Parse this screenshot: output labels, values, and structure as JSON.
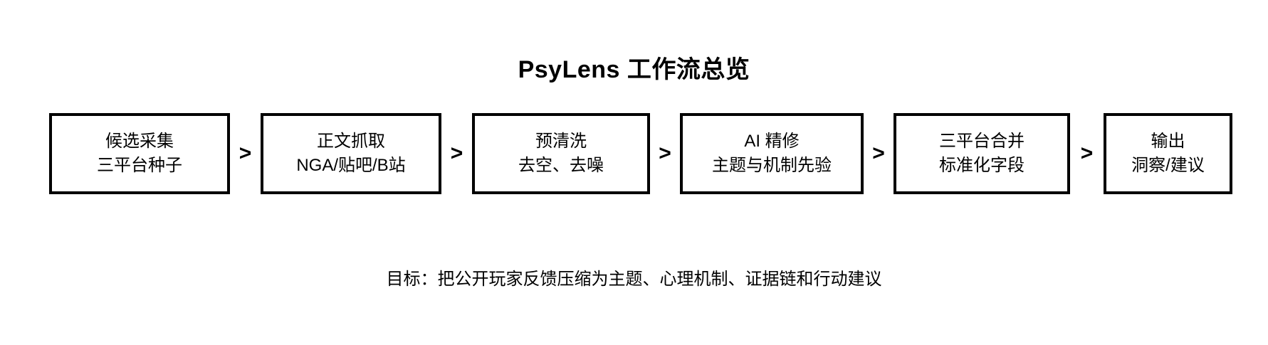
{
  "title": "PsyLens 工作流总览",
  "flow": {
    "arrow": ">",
    "steps": [
      {
        "line1": "候选采集",
        "line2": "三平台种子"
      },
      {
        "line1": "正文抓取",
        "line2": "NGA/贴吧/B站"
      },
      {
        "line1": "预清洗",
        "line2": "去空、去噪"
      },
      {
        "line1": "AI 精修",
        "line2": "主题与机制先验"
      },
      {
        "line1": "三平台合并",
        "line2": "标准化字段"
      },
      {
        "line1": "输出",
        "line2": "洞察/建议"
      }
    ]
  },
  "footer": {
    "goal": "目标：把公开玩家反馈压缩为主题、心理机制、证据链和行动建议"
  },
  "colors": {
    "background": "#ffffff",
    "box_border": "#000000",
    "text": "#000000"
  }
}
